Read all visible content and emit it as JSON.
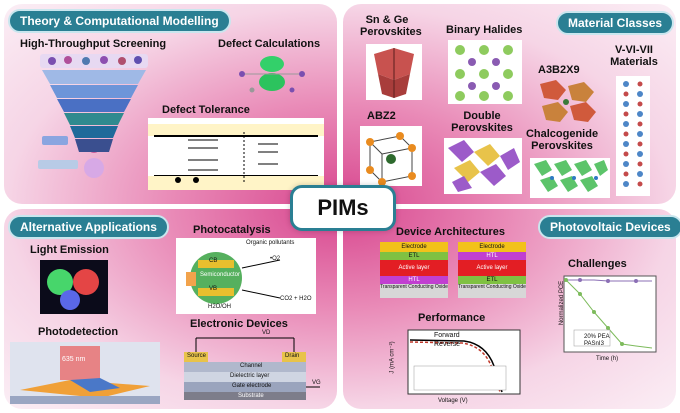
{
  "center_label": "PIMs",
  "theory": {
    "title": "Theory & Computational Modelling",
    "htp": "High-Throughput Screening",
    "defect_calc": "Defect Calculations",
    "defect_tol": "Defect Tolerance"
  },
  "materials": {
    "title": "Material Classes",
    "sn_ge": "Sn & Ge",
    "sn_ge2": "Perovskites",
    "binary": "Binary Halides",
    "a3b2x9": "A3B2X9",
    "vvivii": "V-VI-VII",
    "vvivii2": "Materials",
    "abz2": "ABZ2",
    "double": "Double",
    "double2": "Perovskites",
    "chalc": "Chalcogenide",
    "chalc2": "Perovskites"
  },
  "alt": {
    "title": "Alternative Applications",
    "light": "Light Emission",
    "photocat": "Photocatalysis",
    "photodet": "Photodetection",
    "electronic": "Electronic Devices",
    "nm": "635 nm",
    "organic": "Organic pollutants",
    "vb": "VB",
    "cb": "CB",
    "semi": "Semiconductor",
    "h2o": "H2O/OH",
    "o2": "•O2",
    "co2": "CO2 + H2O",
    "source": "Source",
    "drain": "Drain",
    "channel": "Channel",
    "dielectric": "Dielectric layer",
    "gate": "Gate electrode",
    "substrate": "Substrate",
    "vd": "VD",
    "vg": "VG"
  },
  "pv": {
    "title": "Photovoltaic Devices",
    "architectures": "Device Architectures",
    "stack_left": [
      "Electrode",
      "ETL",
      "Active layer",
      "HTL",
      "Transparent Conducting Oxide"
    ],
    "stack_right": [
      "Electrode",
      "HTL",
      "Active layer",
      "ETL",
      "Transparent Conducting Oxide"
    ],
    "challenges": "Challenges",
    "performance": "Performance",
    "forward": "Forward",
    "reverse": "Reverse",
    "jv_xlabel": "Voltage (V)",
    "jv_ylabel": "J (mA cm⁻²)",
    "ch_ylabel": "Normalized PCE",
    "ch_xlabel": "Time (h)",
    "legend_pea": "20% PEA",
    "legend_pasn": "PASnI3"
  },
  "colors": {
    "pill": "#2a7f93",
    "pink": "#d8478f",
    "electrode": "#f2c21a",
    "etl": "#7fc142",
    "active": "#e31e24",
    "htl": "#c13fd1",
    "tco": "#d7d7d7"
  }
}
